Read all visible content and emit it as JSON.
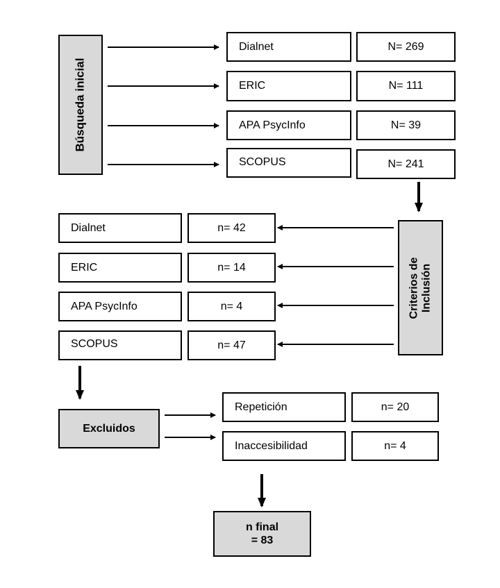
{
  "initial_search": {
    "label": "Búsqueda inicial",
    "rows": [
      {
        "db": "Dialnet",
        "count": "N= 269"
      },
      {
        "db": "ERIC",
        "count": "N= 111"
      },
      {
        "db": "APA PsycInfo",
        "count": "N= 39"
      },
      {
        "db": "SCOPUS",
        "count": "N= 241"
      }
    ]
  },
  "inclusion": {
    "label_line1": "Criterios de",
    "label_line2": "Inclusión",
    "rows": [
      {
        "db": "Dialnet",
        "count": "n= 42"
      },
      {
        "db": "ERIC",
        "count": "n= 14"
      },
      {
        "db": "APA PsycInfo",
        "count": "n= 4"
      },
      {
        "db": "SCOPUS",
        "count": "n= 47"
      }
    ]
  },
  "excluded": {
    "label": "Excluidos",
    "rows": [
      {
        "reason": "Repetición",
        "count": "n= 20"
      },
      {
        "reason": "Inaccesibilidad",
        "count": "n= 4"
      }
    ]
  },
  "final": {
    "line1": "n final",
    "line2": "= 83"
  }
}
